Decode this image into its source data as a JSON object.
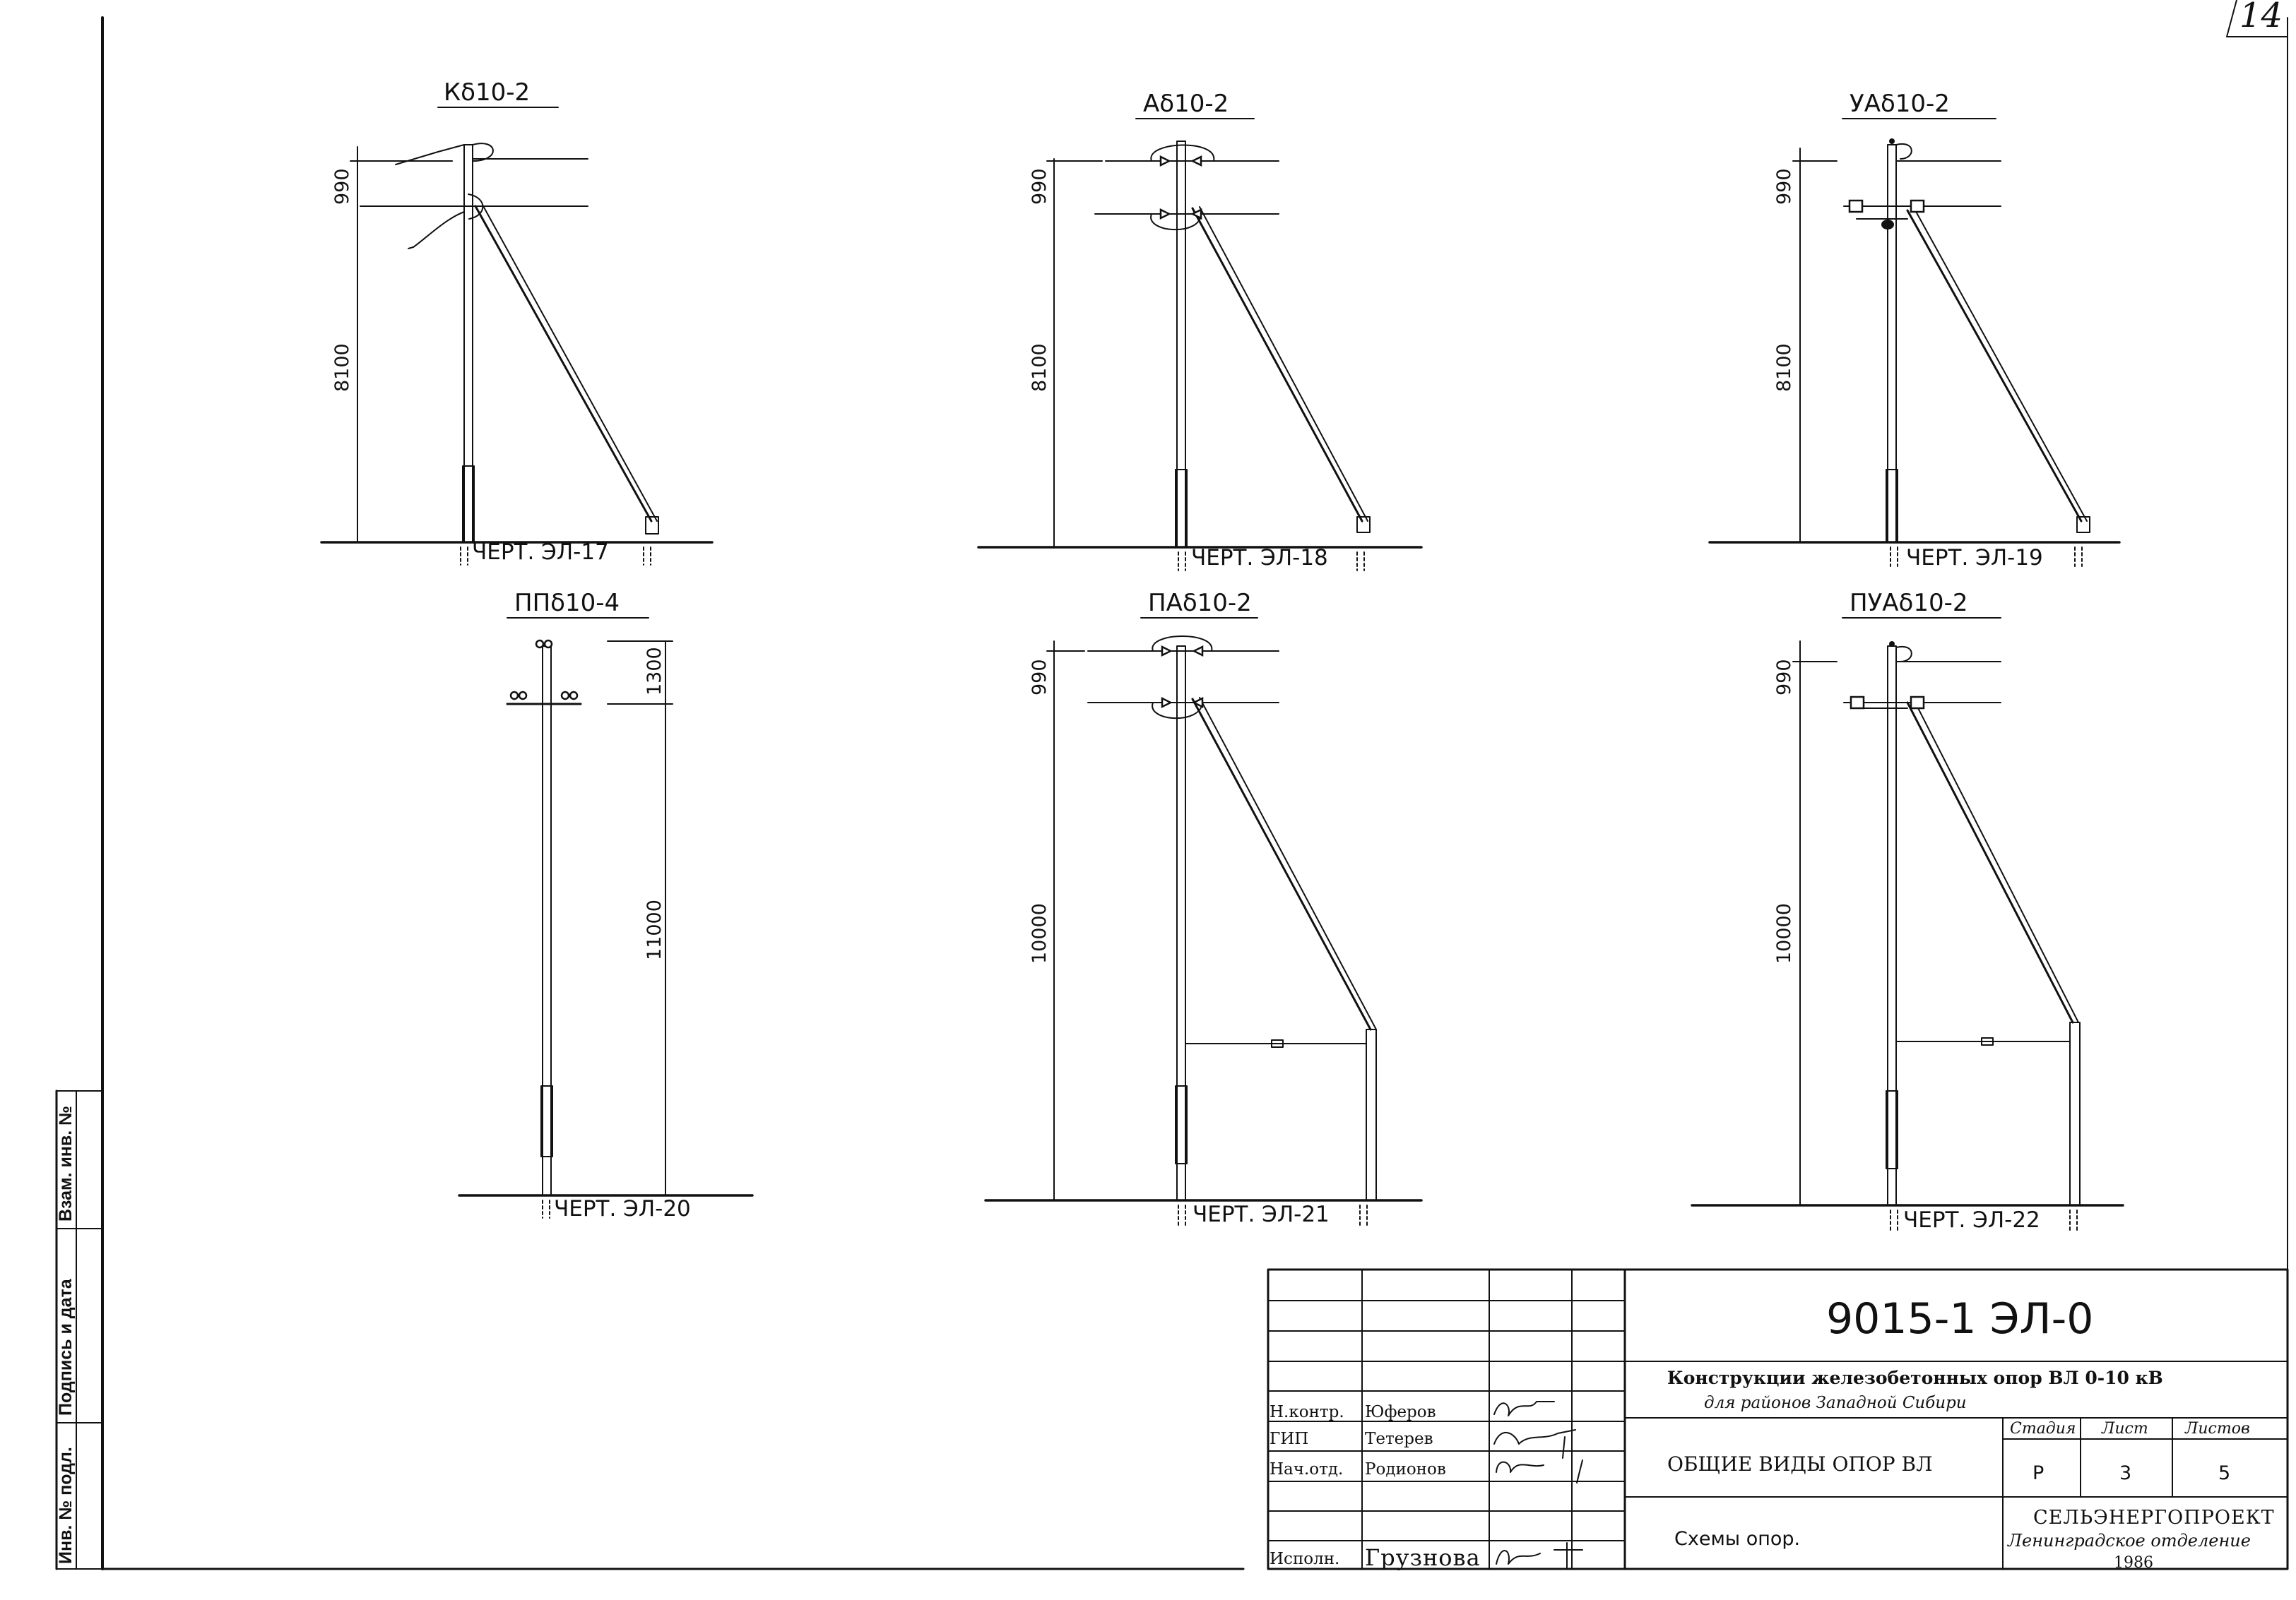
{
  "sheet_number": "14",
  "poles": [
    {
      "title": "Кδ10-2",
      "dims": [
        "990",
        "8100"
      ],
      "ref": "ЧЕРТ. ЭЛ-17"
    },
    {
      "title": "Аδ10-2",
      "dims": [
        "990",
        "8100"
      ],
      "ref": "ЧЕРТ. ЭЛ-18"
    },
    {
      "title": "УАδ10-2",
      "dims": [
        "990",
        "8100"
      ],
      "ref": "ЧЕРТ. ЭЛ-19"
    },
    {
      "title": "ППδ10-4",
      "dims": [
        "1300",
        "11000"
      ],
      "ref": "ЧЕРТ. ЭЛ-20"
    },
    {
      "title": "ПАδ10-2",
      "dims": [
        "990",
        "10000"
      ],
      "ref": "ЧЕРТ. ЭЛ-21"
    },
    {
      "title": "ПУАδ10-2",
      "dims": [
        "990",
        "10000"
      ],
      "ref": "ЧЕРТ. ЭЛ-22"
    }
  ],
  "side_stamp": {
    "inv_podl": "Инв. № подл.",
    "podpis_data": "Подпись и дата",
    "vzam_inv": "Взам. инв. №"
  },
  "title_block": {
    "doc_code": "9015-1 ЭЛ-0",
    "project_line1": "Конструкции железобетонных опор ВЛ 0-10 кВ",
    "project_line2": "для районов Западной Сибири",
    "sheet_title": "ОБЩИЕ ВИДЫ ОПОР ВЛ",
    "drawing_name": "Схемы опор.",
    "stage_label": "Стадия",
    "sheet_label": "Лист",
    "sheets_label": "Листов",
    "stage_value": "Р",
    "sheet_value": "3",
    "sheets_value": "5",
    "org_name": "СЕЛЬЭНЕРГОПРОЕКТ",
    "org_dept": "Ленинградское отделение",
    "year": "1986",
    "signatories": [
      {
        "role": "Н.контр.",
        "name": "Юферов"
      },
      {
        "role": "ГИП",
        "name": "Тетерев"
      },
      {
        "role": "Нач.отд.",
        "name": "Родионов"
      },
      {
        "role": "Исполн.",
        "name": "Грузнова"
      }
    ]
  }
}
